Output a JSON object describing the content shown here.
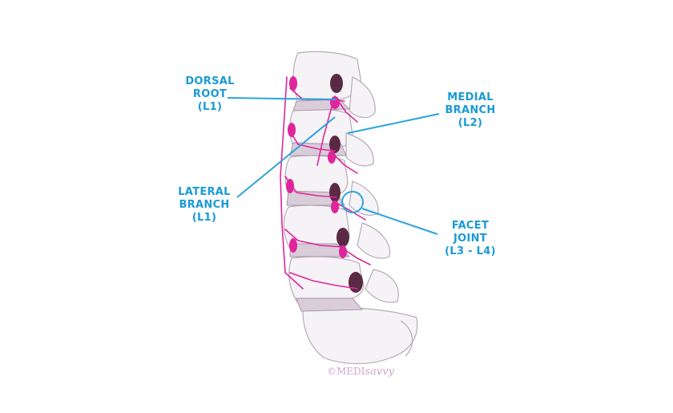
{
  "labels": {
    "dorsal_root": [
      "DORSAL",
      "ROOT",
      "(L1)"
    ],
    "medial_branch": [
      "MEDIAL",
      "BRANCH",
      "(L2)"
    ],
    "lateral_branch": [
      "LATERAL",
      "BRANCH",
      "(L1)"
    ],
    "facet_joint": [
      "FACET",
      "JOINT",
      "(L3 - L4)"
    ]
  },
  "watermark": {
    "copyright": "©MEDI",
    "brand_script": "savvy"
  },
  "colors": {
    "label_text": "#1a9ad6",
    "leader_line": "#2aa4dc",
    "nerve": "#e0259c",
    "nerve_dark": "#b0127a",
    "bone": "#f5f3f6",
    "bone_outline": "#b7aab8",
    "disc": "#d9cdd9",
    "foramen": "#5a2a44"
  }
}
